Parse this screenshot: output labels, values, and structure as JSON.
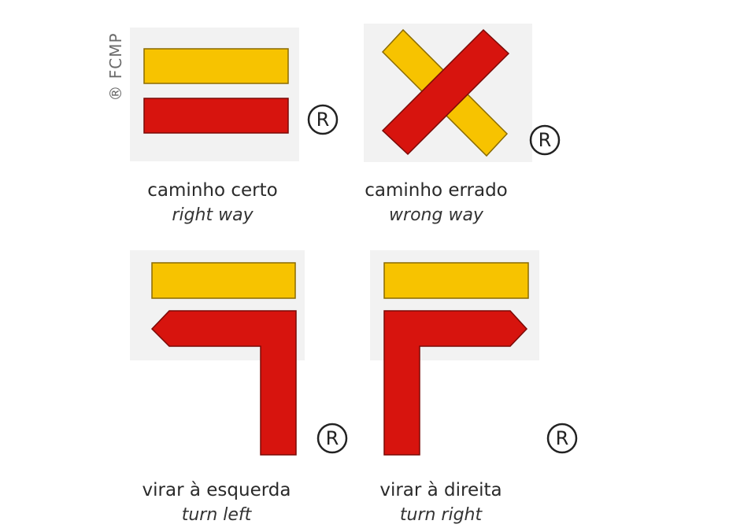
{
  "copyright": "® FCMP",
  "colors": {
    "yellow": "#f7c300",
    "red": "#d7140e",
    "panel": "#f2f2f2"
  },
  "signs": [
    {
      "id": "right-way",
      "pt": "caminho certo",
      "en": "right way",
      "mark": "®"
    },
    {
      "id": "wrong-way",
      "pt": "caminho errado",
      "en": "wrong way",
      "mark": "®"
    },
    {
      "id": "turn-left",
      "pt": "virar à esquerda",
      "en": "turn left",
      "mark": "®"
    },
    {
      "id": "turn-right",
      "pt": "virar à direita",
      "en": "turn right",
      "mark": "®"
    }
  ]
}
